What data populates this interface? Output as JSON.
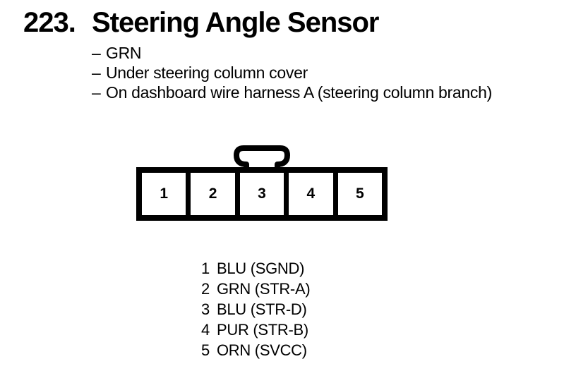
{
  "document": {
    "item_number": "223.",
    "title": "Steering Angle Sensor",
    "bullet_char": "–",
    "details": [
      "GRN",
      "Under steering column cover",
      "On dashboard wire harness A (steering column branch)"
    ],
    "connector": {
      "pins": [
        "1",
        "2",
        "3",
        "4",
        "5"
      ]
    },
    "pinout": [
      {
        "pin": "1",
        "label": "BLU (SGND)"
      },
      {
        "pin": "2",
        "label": "GRN (STR-A)"
      },
      {
        "pin": "3",
        "label": "BLU (STR-D)"
      },
      {
        "pin": "4",
        "label": "PUR (STR-B)"
      },
      {
        "pin": "5",
        "label": "ORN (SVCC)"
      }
    ],
    "colors": {
      "ink": "#000000",
      "paper": "#ffffff"
    }
  }
}
